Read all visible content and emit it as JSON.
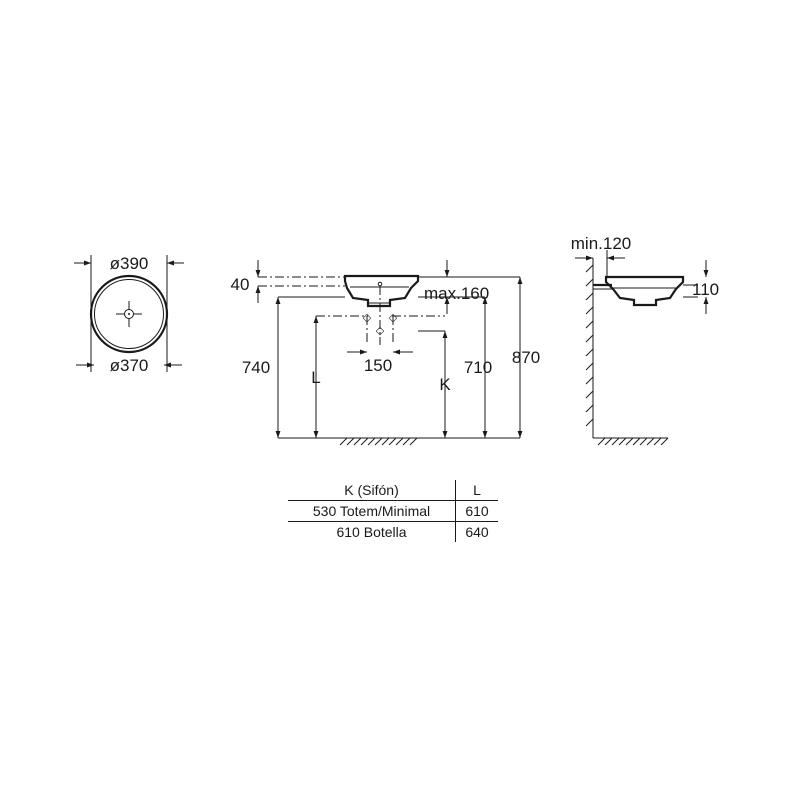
{
  "top_view": {
    "outer_diameter": "ø390",
    "inner_diameter": "ø370"
  },
  "front_view": {
    "rim_offset": "40",
    "drain_depth": "max.160",
    "trap_spacing": "150",
    "height_740": "740",
    "height_L": "L",
    "height_K": "K",
    "height_710": "710",
    "height_870": "870"
  },
  "side_view": {
    "wall_clearance": "min.120",
    "basin_height": "110"
  },
  "table": {
    "headers": [
      "K (Sifón)",
      "L"
    ],
    "rows": [
      [
        "530 Totem/Minimal",
        "610"
      ],
      [
        "610 Botella",
        "640"
      ]
    ]
  },
  "colors": {
    "ink": "#1a1a1a",
    "background": "#ffffff"
  }
}
